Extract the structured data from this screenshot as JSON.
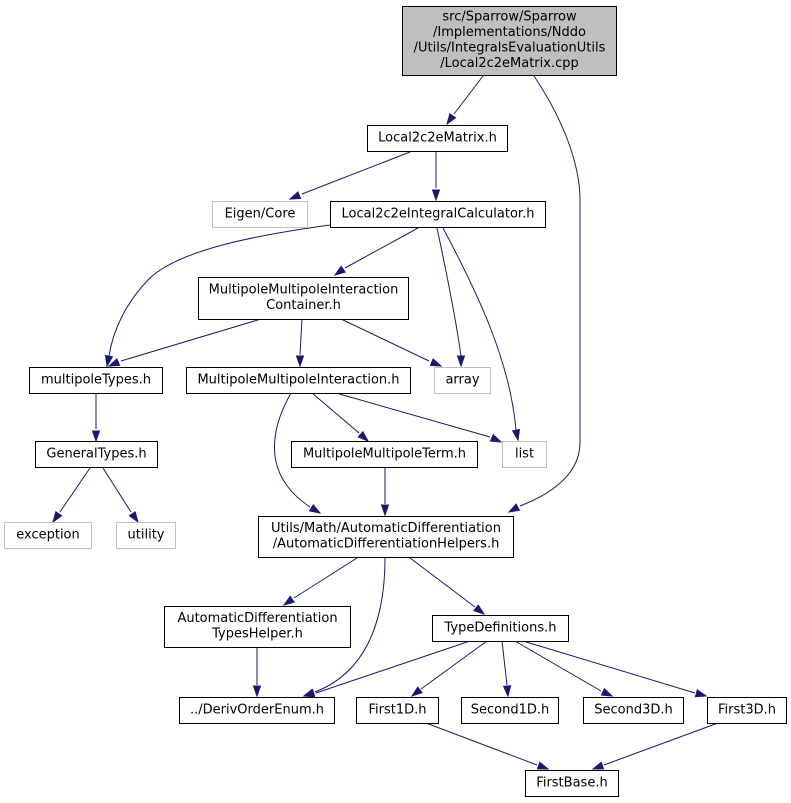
{
  "colors": {
    "edge": "#191970",
    "root_fill": "#bfbfbf",
    "node_border": "#000000",
    "missing_border": "#bfbfbf",
    "text": "#000000"
  },
  "nodes": [
    {
      "id": "root",
      "lines": [
        "src/Sparrow/Sparrow",
        "/Implementations/Nddo",
        "/Utils/IntegralsEvaluationUtils",
        "/Local2c2eMatrix.cpp"
      ],
      "style": "root"
    },
    {
      "id": "local2c2ematrix_h",
      "lines": [
        "Local2c2eMatrix.h"
      ],
      "style": "normal"
    },
    {
      "id": "eigen_core",
      "lines": [
        "Eigen/Core"
      ],
      "style": "missing"
    },
    {
      "id": "local2c2eintegralcalculator_h",
      "lines": [
        "Local2c2eIntegralCalculator.h"
      ],
      "style": "normal"
    },
    {
      "id": "mm_interaction_container_h",
      "lines": [
        "MultipoleMultipoleInteraction",
        "Container.h"
      ],
      "style": "normal"
    },
    {
      "id": "multipoletypes_h",
      "lines": [
        "multipoleTypes.h"
      ],
      "style": "normal"
    },
    {
      "id": "mm_interaction_h",
      "lines": [
        "MultipoleMultipoleInteraction.h"
      ],
      "style": "normal"
    },
    {
      "id": "array",
      "lines": [
        "array"
      ],
      "style": "missing"
    },
    {
      "id": "generaltypes_h",
      "lines": [
        "GeneralTypes.h"
      ],
      "style": "normal"
    },
    {
      "id": "mm_term_h",
      "lines": [
        "MultipoleMultipoleTerm.h"
      ],
      "style": "normal"
    },
    {
      "id": "list",
      "lines": [
        "list"
      ],
      "style": "missing"
    },
    {
      "id": "exception",
      "lines": [
        "exception"
      ],
      "style": "missing"
    },
    {
      "id": "utility",
      "lines": [
        "utility"
      ],
      "style": "missing"
    },
    {
      "id": "ad_helpers_h",
      "lines": [
        "Utils/Math/AutomaticDifferentiation",
        "/AutomaticDifferentiationHelpers.h"
      ],
      "style": "normal"
    },
    {
      "id": "ad_typeshelper_h",
      "lines": [
        "AutomaticDifferentiation",
        "TypesHelper.h"
      ],
      "style": "normal"
    },
    {
      "id": "typedefinitions_h",
      "lines": [
        "TypeDefinitions.h"
      ],
      "style": "normal"
    },
    {
      "id": "derivorderenum_h",
      "lines": [
        "../DerivOrderEnum.h"
      ],
      "style": "normal"
    },
    {
      "id": "first1d_h",
      "lines": [
        "First1D.h"
      ],
      "style": "normal"
    },
    {
      "id": "second1d_h",
      "lines": [
        "Second1D.h"
      ],
      "style": "normal"
    },
    {
      "id": "second3d_h",
      "lines": [
        "Second3D.h"
      ],
      "style": "normal"
    },
    {
      "id": "first3d_h",
      "lines": [
        "First3D.h"
      ],
      "style": "normal"
    },
    {
      "id": "firstbase_h",
      "lines": [
        "FirstBase.h"
      ],
      "style": "normal"
    }
  ],
  "edges": [
    {
      "from": "root",
      "to": "local2c2ematrix_h"
    },
    {
      "from": "root",
      "to": "ad_helpers_h"
    },
    {
      "from": "local2c2ematrix_h",
      "to": "eigen_core"
    },
    {
      "from": "local2c2ematrix_h",
      "to": "local2c2eintegralcalculator_h"
    },
    {
      "from": "local2c2eintegralcalculator_h",
      "to": "multipoletypes_h"
    },
    {
      "from": "local2c2eintegralcalculator_h",
      "to": "mm_interaction_container_h"
    },
    {
      "from": "local2c2eintegralcalculator_h",
      "to": "array"
    },
    {
      "from": "local2c2eintegralcalculator_h",
      "to": "list"
    },
    {
      "from": "mm_interaction_container_h",
      "to": "multipoletypes_h"
    },
    {
      "from": "mm_interaction_container_h",
      "to": "mm_interaction_h"
    },
    {
      "from": "mm_interaction_container_h",
      "to": "array"
    },
    {
      "from": "multipoletypes_h",
      "to": "generaltypes_h"
    },
    {
      "from": "generaltypes_h",
      "to": "exception"
    },
    {
      "from": "generaltypes_h",
      "to": "utility"
    },
    {
      "from": "mm_interaction_h",
      "to": "mm_term_h"
    },
    {
      "from": "mm_interaction_h",
      "to": "list"
    },
    {
      "from": "mm_interaction_h",
      "to": "ad_helpers_h"
    },
    {
      "from": "mm_term_h",
      "to": "ad_helpers_h"
    },
    {
      "from": "ad_helpers_h",
      "to": "ad_typeshelper_h"
    },
    {
      "from": "ad_helpers_h",
      "to": "typedefinitions_h"
    },
    {
      "from": "ad_helpers_h",
      "to": "derivorderenum_h"
    },
    {
      "from": "ad_typeshelper_h",
      "to": "derivorderenum_h"
    },
    {
      "from": "typedefinitions_h",
      "to": "derivorderenum_h"
    },
    {
      "from": "typedefinitions_h",
      "to": "first1d_h"
    },
    {
      "from": "typedefinitions_h",
      "to": "second1d_h"
    },
    {
      "from": "typedefinitions_h",
      "to": "second3d_h"
    },
    {
      "from": "typedefinitions_h",
      "to": "first3d_h"
    },
    {
      "from": "first1d_h",
      "to": "firstbase_h"
    },
    {
      "from": "first3d_h",
      "to": "firstbase_h"
    }
  ]
}
